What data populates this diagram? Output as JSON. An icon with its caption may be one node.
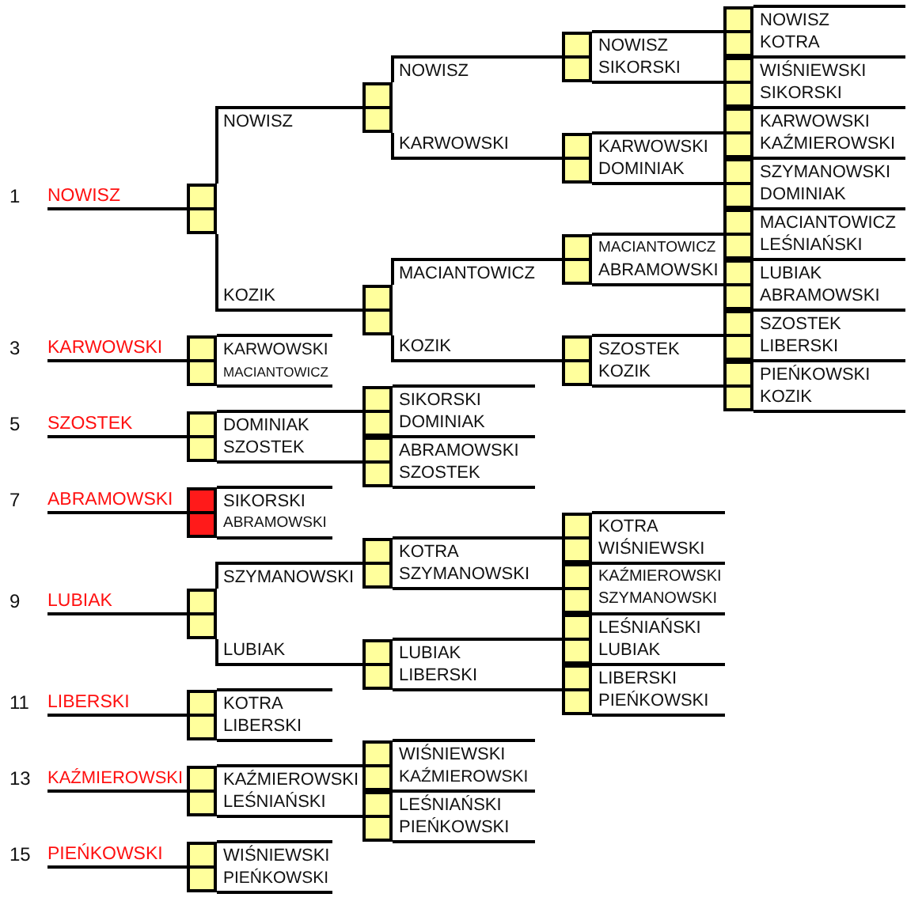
{
  "diagram": {
    "nodes": [
      {
        "text": [
          "NOWISZ"
        ],
        "beside": [
          "1"
        ]
      },
      {
        "text": [],
        "shape": "box"
      },
      {
        "text": [],
        "shape": "box"
      },
      {
        "text": [],
        "shape": "box"
      },
      {
        "text": [],
        "shape": "box"
      },
      {
        "text": [],
        "shape": "box"
      },
      {
        "text": [],
        "shape": "box"
      },
      {
        "text": [],
        "shape": "box"
      },
      {
        "text": [],
        "shape": "box"
      },
      {
        "text": [],
        "shape": "box"
      },
      {
        "text": [],
        "shape": "box"
      },
      {
        "text": [],
        "shape": "box"
      },
      {
        "text": [],
        "shape": "box"
      },
      {
        "text": [],
        "shape": "box"
      },
      {
        "text": [],
        "shape": "box"
      },
      {
        "text": [],
        "shape": "box"
      },
      {
        "text": [
          "KARWOWSKI"
        ],
        "beside": [
          "3"
        ]
      },
      {
        "text": [],
        "shape": "box"
      },
      {
        "text": [
          "SZOSTEK"
        ],
        "beside": [
          "5"
        ]
      },
      {
        "text": [],
        "shape": "box"
      },
      {
        "text": [],
        "shape": "box"
      },
      {
        "text": [],
        "shape": "box"
      },
      {
        "text": [
          "ABRAMOWSKI"
        ],
        "beside": [
          "7"
        ]
      },
      {
        "text": [],
        "shape": "box"
      },
      {
        "text": [
          "LUBIAK"
        ],
        "beside": [
          "9"
        ]
      },
      {
        "text": [],
        "shape": "box"
      },
      {
        "text": [],
        "shape": "box"
      },
      {
        "text": [],
        "shape": "box"
      },
      {
        "text": [],
        "shape": "box"
      },
      {
        "text": [],
        "shape": "box"
      },
      {
        "text": [],
        "shape": "box"
      },
      {
        "text": [],
        "shape": "box"
      },
      {
        "text": [
          "LIBERSKI"
        ],
        "beside": [
          "11"
        ]
      },
      {
        "text": [],
        "shape": "box"
      },
      {
        "text": [
          "KAŹMIEROWSKI"
        ],
        "beside": [
          "13"
        ]
      },
      {
        "text": [],
        "shape": "box"
      },
      {
        "text": [],
        "shape": "box"
      },
      {
        "text": [],
        "shape": "box"
      },
      {
        "text": [
          "PIEŃKOWSKI"
        ],
        "beside": [
          "15"
        ]
      },
      {
        "text": [],
        "shape": "box"
      }
    ],
    "edges": [
      {
        "from": 0,
        "to": 1,
        "arrow": "none"
      },
      {
        "from": 1,
        "to": 2,
        "arrow": "none",
        "label": "NOWISZ"
      },
      {
        "from": 1,
        "to": 3,
        "arrow": "none",
        "label": "KOZIK"
      },
      {
        "from": 2,
        "to": 4,
        "arrow": "none",
        "label": "NOWISZ"
      },
      {
        "from": 2,
        "to": 5,
        "arrow": "none",
        "label": "KARWOWSKI"
      },
      {
        "from": 3,
        "to": 6,
        "arrow": "none",
        "label": "MACIANTOWICZ"
      },
      {
        "from": 3,
        "to": 7,
        "arrow": "none",
        "label": "KOZIK"
      },
      {
        "from": 4,
        "to": 8,
        "arrow": "none",
        "label": "NOWISZ"
      },
      {
        "from": 4,
        "to": 9,
        "arrow": "none",
        "label": "SIKORSKI"
      },
      {
        "from": 5,
        "to": 10,
        "arrow": "none",
        "label": "KARWOWSKI"
      },
      {
        "from": 5,
        "to": 11,
        "arrow": "none",
        "label": "DOMINIAK"
      },
      {
        "from": 6,
        "to": 12,
        "arrow": "none",
        "label": "MACIANTOWICZ"
      },
      {
        "from": 6,
        "to": 13,
        "arrow": "none",
        "label": "ABRAMOWSKI"
      },
      {
        "from": 7,
        "to": 14,
        "arrow": "none",
        "label": "SZOSTEK"
      },
      {
        "from": 7,
        "to": 15,
        "arrow": "none",
        "label": "KOZIK"
      },
      {
        "from": 8,
        "to": null,
        "arrow": "none",
        "label": "NOWISZ"
      },
      {
        "from": 8,
        "to": null,
        "arrow": "none",
        "label": "KOTRA"
      },
      {
        "from": 9,
        "to": null,
        "arrow": "none",
        "label": "WIŚNIEWSKI"
      },
      {
        "from": 9,
        "to": null,
        "arrow": "none",
        "label": "SIKORSKI"
      },
      {
        "from": 10,
        "to": null,
        "arrow": "none",
        "label": "KARWOWSKI"
      },
      {
        "from": 10,
        "to": null,
        "arrow": "none",
        "label": "KAŹMIEROWSKI"
      },
      {
        "from": 11,
        "to": null,
        "arrow": "none",
        "label": "SZYMANOWSKI"
      },
      {
        "from": 11,
        "to": null,
        "arrow": "none",
        "label": "DOMINIAK"
      },
      {
        "from": 12,
        "to": null,
        "arrow": "none",
        "label": "MACIANTOWICZ"
      },
      {
        "from": 12,
        "to": null,
        "arrow": "none",
        "label": "LEŚNIAŃSKI"
      },
      {
        "from": 13,
        "to": null,
        "arrow": "none",
        "label": "LUBIAK"
      },
      {
        "from": 13,
        "to": null,
        "arrow": "none",
        "label": "ABRAMOWSKI"
      },
      {
        "from": 14,
        "to": null,
        "arrow": "none",
        "label": "SZOSTEK"
      },
      {
        "from": 14,
        "to": null,
        "arrow": "none",
        "label": "LIBERSKI"
      },
      {
        "from": 15,
        "to": null,
        "arrow": "none",
        "label": "PIEŃKOWSKI"
      },
      {
        "from": 15,
        "to": null,
        "arrow": "none",
        "label": "KOZIK"
      },
      {
        "from": 16,
        "to": 17,
        "arrow": "none"
      },
      {
        "from": 17,
        "to": null,
        "arrow": "none",
        "label": "KARWOWSKI"
      },
      {
        "from": 17,
        "to": null,
        "arrow": "none",
        "label": "MACIANTOWICZ"
      },
      {
        "from": 18,
        "to": 19,
        "arrow": "none"
      },
      {
        "from": 19,
        "to": 20,
        "arrow": "none",
        "label": "DOMINIAK"
      },
      {
        "from": 19,
        "to": 21,
        "arrow": "none",
        "label": "SZOSTEK"
      },
      {
        "from": 20,
        "to": null,
        "arrow": "none",
        "label": "SIKORSKI"
      },
      {
        "from": 20,
        "to": null,
        "arrow": "none",
        "label": "DOMINIAK"
      },
      {
        "from": 21,
        "to": null,
        "arrow": "none",
        "label": "ABRAMOWSKI"
      },
      {
        "from": 21,
        "to": null,
        "arrow": "none",
        "label": "SZOSTEK"
      },
      {
        "from": 22,
        "to": 23,
        "arrow": "none"
      },
      {
        "from": 23,
        "to": null,
        "arrow": "none",
        "label": "SIKORSKI"
      },
      {
        "from": 23,
        "to": null,
        "arrow": "none",
        "label": "ABRAMOWSKI"
      },
      {
        "from": 24,
        "to": 25,
        "arrow": "none"
      },
      {
        "from": 25,
        "to": 26,
        "arrow": "none",
        "label": "SZYMANOWSKI"
      },
      {
        "from": 25,
        "to": 27,
        "arrow": "none",
        "label": "LUBIAK"
      },
      {
        "from": 26,
        "to": 28,
        "arrow": "none",
        "label": "KOTRA"
      },
      {
        "from": 26,
        "to": 29,
        "arrow": "none",
        "label": "SZYMANOWSKI"
      },
      {
        "from": 27,
        "to": 30,
        "arrow": "none",
        "label": "LUBIAK"
      },
      {
        "from": 27,
        "to": 31,
        "arrow": "none",
        "label": "LIBERSKI"
      },
      {
        "from": 28,
        "to": null,
        "arrow": "none",
        "label": "KOTRA"
      },
      {
        "from": 28,
        "to": null,
        "arrow": "none",
        "label": "WIŚNIEWSKI"
      },
      {
        "from": 29,
        "to": null,
        "arrow": "none",
        "label": "KAŹMIEROWSKI"
      },
      {
        "from": 29,
        "to": null,
        "arrow": "none",
        "label": "SZYMANOWSKI"
      },
      {
        "from": 30,
        "to": null,
        "arrow": "none",
        "label": "LEŚNIAŃSKI"
      },
      {
        "from": 30,
        "to": null,
        "arrow": "none",
        "label": "LUBIAK"
      },
      {
        "from": 31,
        "to": null,
        "arrow": "none",
        "label": "LIBERSKI"
      },
      {
        "from": 31,
        "to": null,
        "arrow": "none",
        "label": "PIEŃKOWSKI"
      },
      {
        "from": 32,
        "to": 33,
        "arrow": "none"
      },
      {
        "from": 33,
        "to": null,
        "arrow": "none",
        "label": "KOTRA"
      },
      {
        "from": 33,
        "to": null,
        "arrow": "none",
        "label": "LIBERSKI"
      },
      {
        "from": 34,
        "to": 35,
        "arrow": "none"
      },
      {
        "from": 35,
        "to": 36,
        "arrow": "none",
        "label": "KAŹMIEROWSKI"
      },
      {
        "from": 35,
        "to": 37,
        "arrow": "none",
        "label": "LEŚNIAŃSKI"
      },
      {
        "from": 36,
        "to": null,
        "arrow": "none",
        "label": "WIŚNIEWSKI"
      },
      {
        "from": 36,
        "to": null,
        "arrow": "none",
        "label": "KAŹMIEROWSKI"
      },
      {
        "from": 37,
        "to": null,
        "arrow": "none",
        "label": "LEŚNIAŃSKI"
      },
      {
        "from": 37,
        "to": null,
        "arrow": "none",
        "label": "PIEŃKOWSKI"
      },
      {
        "from": 38,
        "to": 39,
        "arrow": "none"
      },
      {
        "from": 39,
        "to": null,
        "arrow": "none",
        "label": "WIŚNIEWSKI"
      },
      {
        "from": 39,
        "to": null,
        "arrow": "none",
        "label": "PIEŃKOWSKI"
      }
    ]
  }
}
